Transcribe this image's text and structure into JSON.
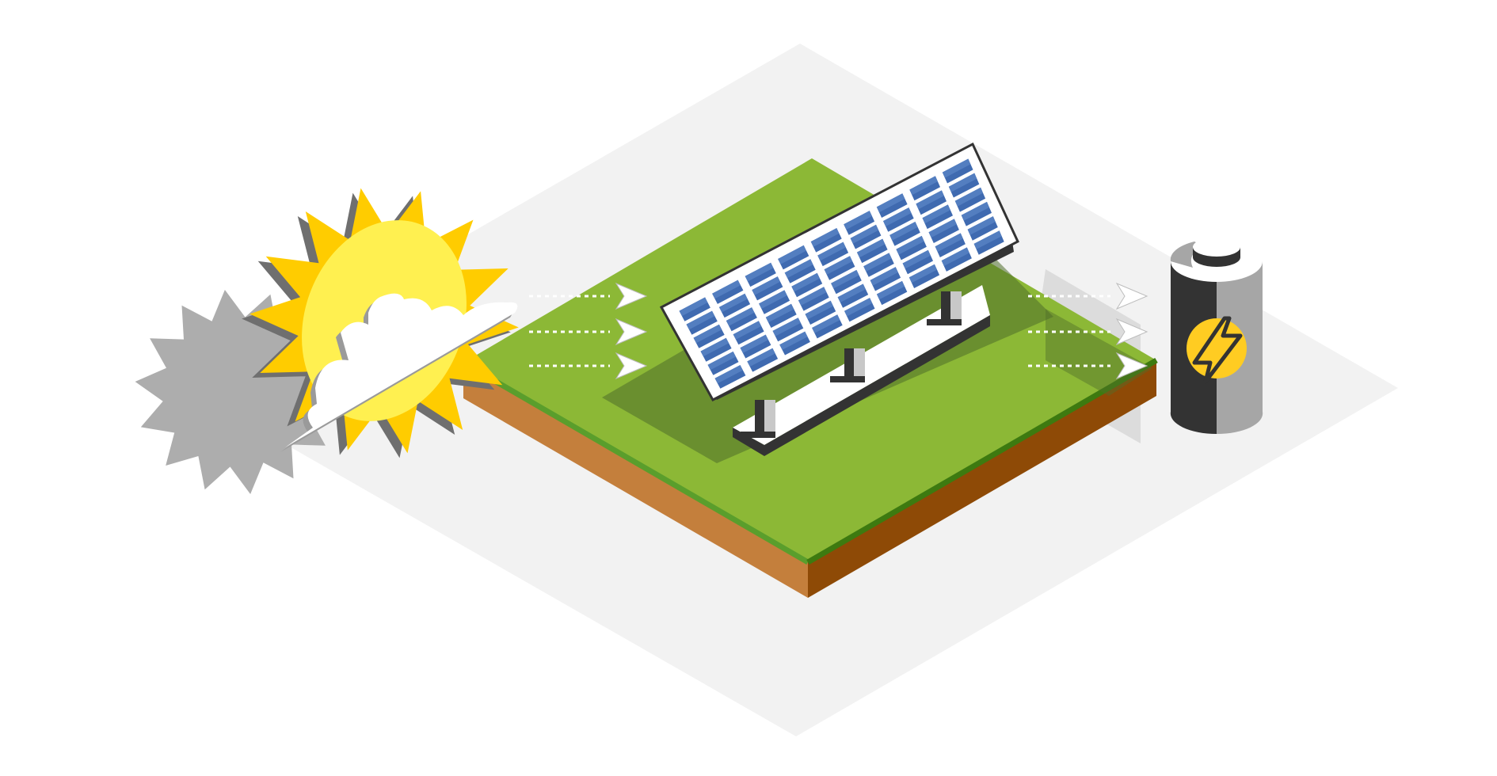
{
  "diagram": {
    "kind": "solar-energy-flow",
    "flow_order": [
      "sun-icon",
      "solar-panel",
      "battery-icon"
    ],
    "colors": {
      "floor": "#f2f2f2",
      "grass": "#8cb836",
      "grass_edge": "#5a9e2c",
      "soil_left": "#c47f3c",
      "soil_right": "#8e4a06",
      "sun_rays": "#ffcc00",
      "sun_core": "#fff050",
      "panel_cell": "#3f6ab0",
      "panel_cell_light": "#5b86c6",
      "panel_frame": "#ffffff",
      "panel_dark": "#333333",
      "battery_dark": "#333333",
      "battery_light": "#a6a6a6",
      "bolt_badge": "#ffcc22",
      "shadow": "#a9a9a9"
    },
    "panel_grid": {
      "rows": 6,
      "cols": 9
    },
    "arrows_left_count": 3,
    "arrows_right_count": 3
  }
}
